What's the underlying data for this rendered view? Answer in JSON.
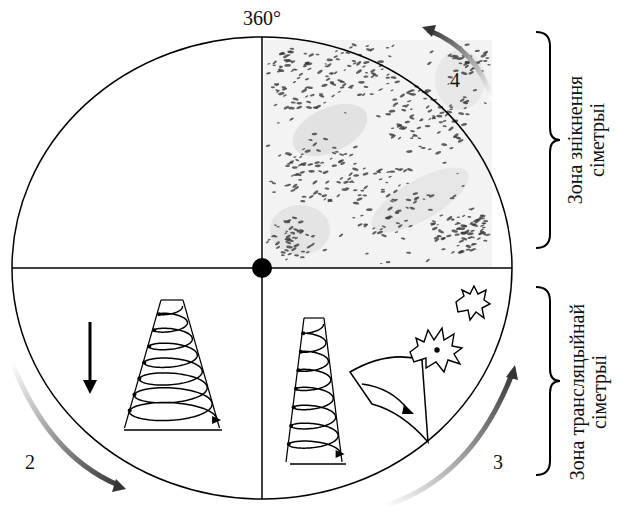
{
  "diagram": {
    "labels": [
      "360°",
      "4",
      "2",
      "3",
      "Зона знікнення сіметрыі",
      "Зона трансляцыйнай сіметрыі"
    ]
  }
}
